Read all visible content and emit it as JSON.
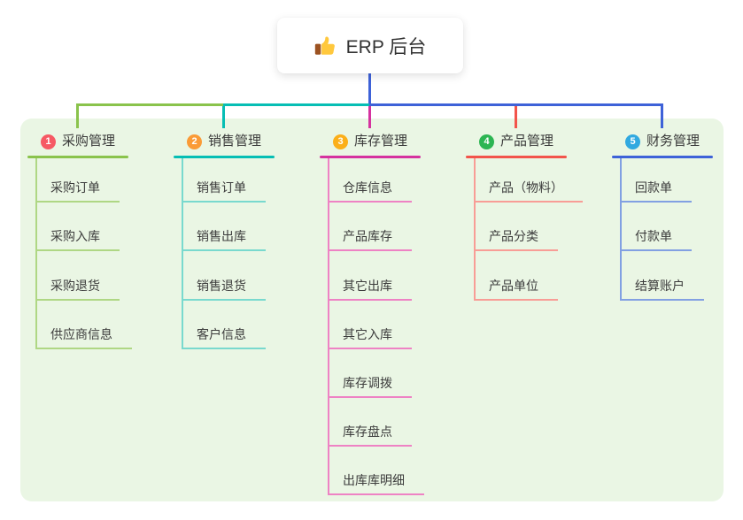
{
  "root": {
    "label": "ERP 后台",
    "icon": "thumbs-up"
  },
  "connector_colors": {
    "root_stem": "#3E62D8",
    "left_green": "#8AC34C",
    "mid_teal": "#06BEB4",
    "right_blue": "#3E62D8",
    "center_drop_magenta": "#D5329F",
    "product_drop_red": "#F2544B"
  },
  "panel_color": "#EAF6E4",
  "branches": [
    {
      "badge": "1",
      "title": "采购管理",
      "line_color": "#8AC34C",
      "child_line_color": "#AFD784",
      "badge_color": "#F65964",
      "children": [
        "采购订单",
        "采购入库",
        "采购退货",
        "供应商信息"
      ]
    },
    {
      "badge": "2",
      "title": "销售管理",
      "line_color": "#06BEB4",
      "child_line_color": "#79D9CE",
      "badge_color": "#FA9B37",
      "children": [
        "销售订单",
        "销售出库",
        "销售退货",
        "客户信息"
      ]
    },
    {
      "badge": "3",
      "title": "库存管理",
      "line_color": "#D5329F",
      "child_line_color": "#EE82C4",
      "badge_color": "#FBAF19",
      "children": [
        "仓库信息",
        "产品库存",
        "其它出库",
        "其它入库",
        "库存调拨",
        "库存盘点",
        "出库库明细"
      ]
    },
    {
      "badge": "4",
      "title": "产品管理",
      "line_color": "#F2544B",
      "child_line_color": "#F89D96",
      "badge_color": "#2CB552",
      "children": [
        "产品（物料）",
        "产品分类",
        "产品单位"
      ]
    },
    {
      "badge": "5",
      "title": "财务管理",
      "line_color": "#3E62D8",
      "child_line_color": "#82A0E2",
      "badge_color": "#31A9E0",
      "children": [
        "回款单",
        "付款单",
        "结算账户"
      ]
    }
  ]
}
